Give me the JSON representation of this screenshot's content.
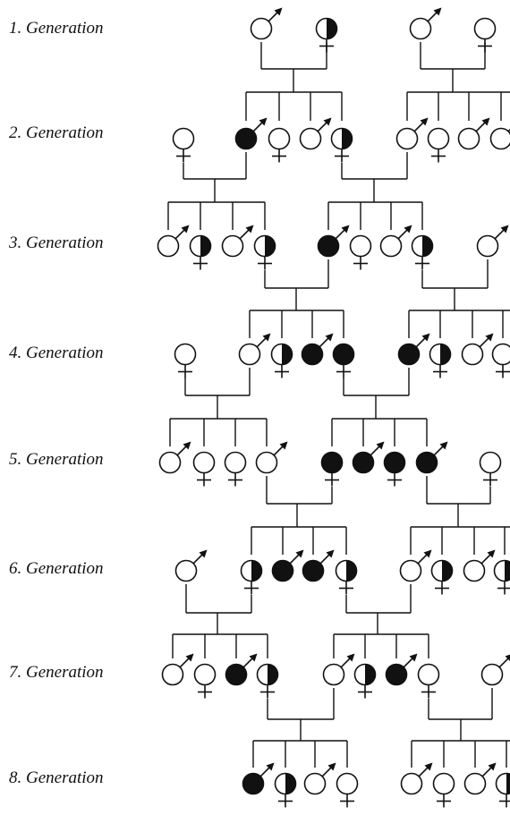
{
  "generations": [
    {
      "label": "1. Generation"
    },
    {
      "label": "2. Generation"
    },
    {
      "label": "3. Generation"
    },
    {
      "label": "4. Generation"
    },
    {
      "label": "5. Generation"
    },
    {
      "label": "6. Generation"
    },
    {
      "label": "7. Generation"
    },
    {
      "label": "8. Generation"
    }
  ],
  "legend_note": "",
  "individuals": [
    {
      "gen": 1,
      "sex": "male",
      "fill": "empty"
    },
    {
      "gen": 1,
      "sex": "female",
      "fill": "half"
    },
    {
      "gen": 1,
      "sex": "male",
      "fill": "empty"
    },
    {
      "gen": 1,
      "sex": "female",
      "fill": "empty"
    },
    {
      "gen": 2,
      "sex": "female",
      "fill": "empty"
    },
    {
      "gen": 2,
      "sex": "male",
      "fill": "full"
    },
    {
      "gen": 2,
      "sex": "female",
      "fill": "empty"
    },
    {
      "gen": 2,
      "sex": "male",
      "fill": "empty"
    },
    {
      "gen": 2,
      "sex": "female",
      "fill": "half"
    },
    {
      "gen": 2,
      "sex": "male",
      "fill": "empty"
    },
    {
      "gen": 2,
      "sex": "female",
      "fill": "empty"
    },
    {
      "gen": 2,
      "sex": "male",
      "fill": "empty"
    },
    {
      "gen": 2,
      "sex": "male",
      "fill": "empty"
    },
    {
      "gen": 3,
      "sex": "male",
      "fill": "empty"
    },
    {
      "gen": 3,
      "sex": "female",
      "fill": "half"
    },
    {
      "gen": 3,
      "sex": "male",
      "fill": "empty"
    },
    {
      "gen": 3,
      "sex": "female",
      "fill": "half"
    },
    {
      "gen": 3,
      "sex": "male",
      "fill": "full"
    },
    {
      "gen": 3,
      "sex": "female",
      "fill": "empty"
    },
    {
      "gen": 3,
      "sex": "male",
      "fill": "empty"
    },
    {
      "gen": 3,
      "sex": "female",
      "fill": "half"
    },
    {
      "gen": 3,
      "sex": "male",
      "fill": "empty"
    },
    {
      "gen": 4,
      "sex": "female",
      "fill": "empty"
    },
    {
      "gen": 4,
      "sex": "male",
      "fill": "empty"
    },
    {
      "gen": 4,
      "sex": "female",
      "fill": "half"
    },
    {
      "gen": 4,
      "sex": "male",
      "fill": "full"
    },
    {
      "gen": 4,
      "sex": "female",
      "fill": "full"
    },
    {
      "gen": 4,
      "sex": "male",
      "fill": "full"
    },
    {
      "gen": 4,
      "sex": "female",
      "fill": "half"
    },
    {
      "gen": 4,
      "sex": "male",
      "fill": "empty"
    },
    {
      "gen": 4,
      "sex": "female",
      "fill": "empty"
    },
    {
      "gen": 5,
      "sex": "male",
      "fill": "empty"
    },
    {
      "gen": 5,
      "sex": "female",
      "fill": "empty"
    },
    {
      "gen": 5,
      "sex": "female",
      "fill": "empty"
    },
    {
      "gen": 5,
      "sex": "male",
      "fill": "empty"
    },
    {
      "gen": 5,
      "sex": "female",
      "fill": "full"
    },
    {
      "gen": 5,
      "sex": "male",
      "fill": "full"
    },
    {
      "gen": 5,
      "sex": "female",
      "fill": "full"
    },
    {
      "gen": 5,
      "sex": "male",
      "fill": "full"
    },
    {
      "gen": 5,
      "sex": "female",
      "fill": "empty"
    },
    {
      "gen": 6,
      "sex": "male",
      "fill": "empty"
    },
    {
      "gen": 6,
      "sex": "female",
      "fill": "half"
    },
    {
      "gen": 6,
      "sex": "male",
      "fill": "full"
    },
    {
      "gen": 6,
      "sex": "male",
      "fill": "full"
    },
    {
      "gen": 6,
      "sex": "female",
      "fill": "half"
    },
    {
      "gen": 6,
      "sex": "male",
      "fill": "empty"
    },
    {
      "gen": 6,
      "sex": "female",
      "fill": "half"
    },
    {
      "gen": 6,
      "sex": "male",
      "fill": "empty"
    },
    {
      "gen": 6,
      "sex": "female",
      "fill": "half"
    },
    {
      "gen": 7,
      "sex": "male",
      "fill": "empty"
    },
    {
      "gen": 7,
      "sex": "female",
      "fill": "empty"
    },
    {
      "gen": 7,
      "sex": "male",
      "fill": "full"
    },
    {
      "gen": 7,
      "sex": "female",
      "fill": "half"
    },
    {
      "gen": 7,
      "sex": "male",
      "fill": "empty"
    },
    {
      "gen": 7,
      "sex": "female",
      "fill": "half"
    },
    {
      "gen": 7,
      "sex": "male",
      "fill": "full"
    },
    {
      "gen": 7,
      "sex": "female",
      "fill": "empty"
    },
    {
      "gen": 7,
      "sex": "male",
      "fill": "empty"
    },
    {
      "gen": 8,
      "sex": "male",
      "fill": "full"
    },
    {
      "gen": 8,
      "sex": "female",
      "fill": "half"
    },
    {
      "gen": 8,
      "sex": "male",
      "fill": "empty"
    },
    {
      "gen": 8,
      "sex": "female",
      "fill": "empty"
    },
    {
      "gen": 8,
      "sex": "male",
      "fill": "empty"
    },
    {
      "gen": 8,
      "sex": "female",
      "fill": "empty"
    },
    {
      "gen": 8,
      "sex": "male",
      "fill": "empty"
    },
    {
      "gen": 8,
      "sex": "female",
      "fill": "half"
    }
  ]
}
